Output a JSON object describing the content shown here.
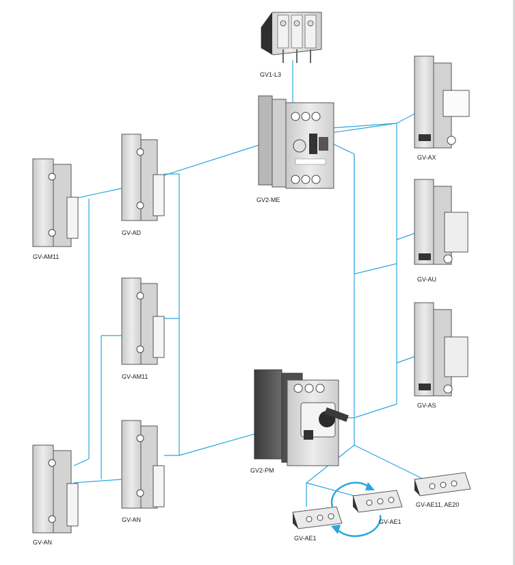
{
  "labels": {
    "gv1_l3": "GV1-L3",
    "gv2_me": "GV2-ME",
    "gv2_pm": "GV2-PM",
    "gv_ax": "GV-AX",
    "gv_au": "GV-AU",
    "gv_as": "GV-AS",
    "gv_ad": "GV-AD",
    "gv_am11_left": "GV-AM11",
    "gv_am11_mid": "GV-AM11",
    "gv_an_left": "GV-AN",
    "gv_an_mid": "GV-AN",
    "gv_ae1_left": "GV-AE1",
    "gv_ae1_right": "GV-AE1",
    "gv_ae11_ae20": "GV-AE11, AE20"
  },
  "colors": {
    "connector": "#2aa7dc",
    "device_body": "#e6e6e6",
    "device_shadow": "#a8a8a8",
    "device_outline": "#555555",
    "dark_body": "#5a5a5a"
  }
}
